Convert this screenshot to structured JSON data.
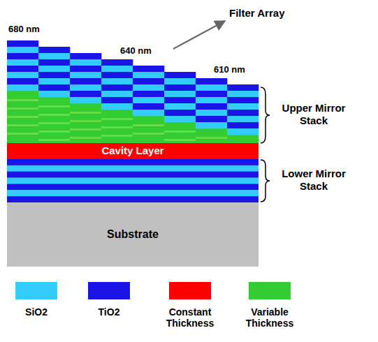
{
  "diagram": {
    "nodes": [
      {
        "text": [
          "Cavity Layer"
        ]
      },
      {
        "text": [
          "Substrate"
        ]
      }
    ],
    "labels": [
      "680 nm",
      "640 nm",
      "610 nm",
      "Filter Array",
      "Upper Mirror Stack",
      "Lower Mirror Stack"
    ],
    "legend": [
      {
        "text": "SiO2",
        "color": "#33ccff"
      },
      {
        "text": "TiO2",
        "color": "#1a14e6"
      },
      {
        "text": "Constant Thickness",
        "color": "#ff0000"
      },
      {
        "text": "Variable Thickness",
        "color": "#33cc33"
      }
    ]
  }
}
